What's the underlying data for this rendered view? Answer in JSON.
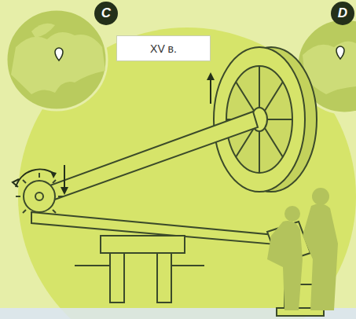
{
  "diagram": {
    "nodes": [
      {
        "text": [
          "C"
        ]
      },
      {
        "text": [
          "XV в."
        ]
      },
      {
        "text": [
          "D"
        ]
      }
    ]
  }
}
